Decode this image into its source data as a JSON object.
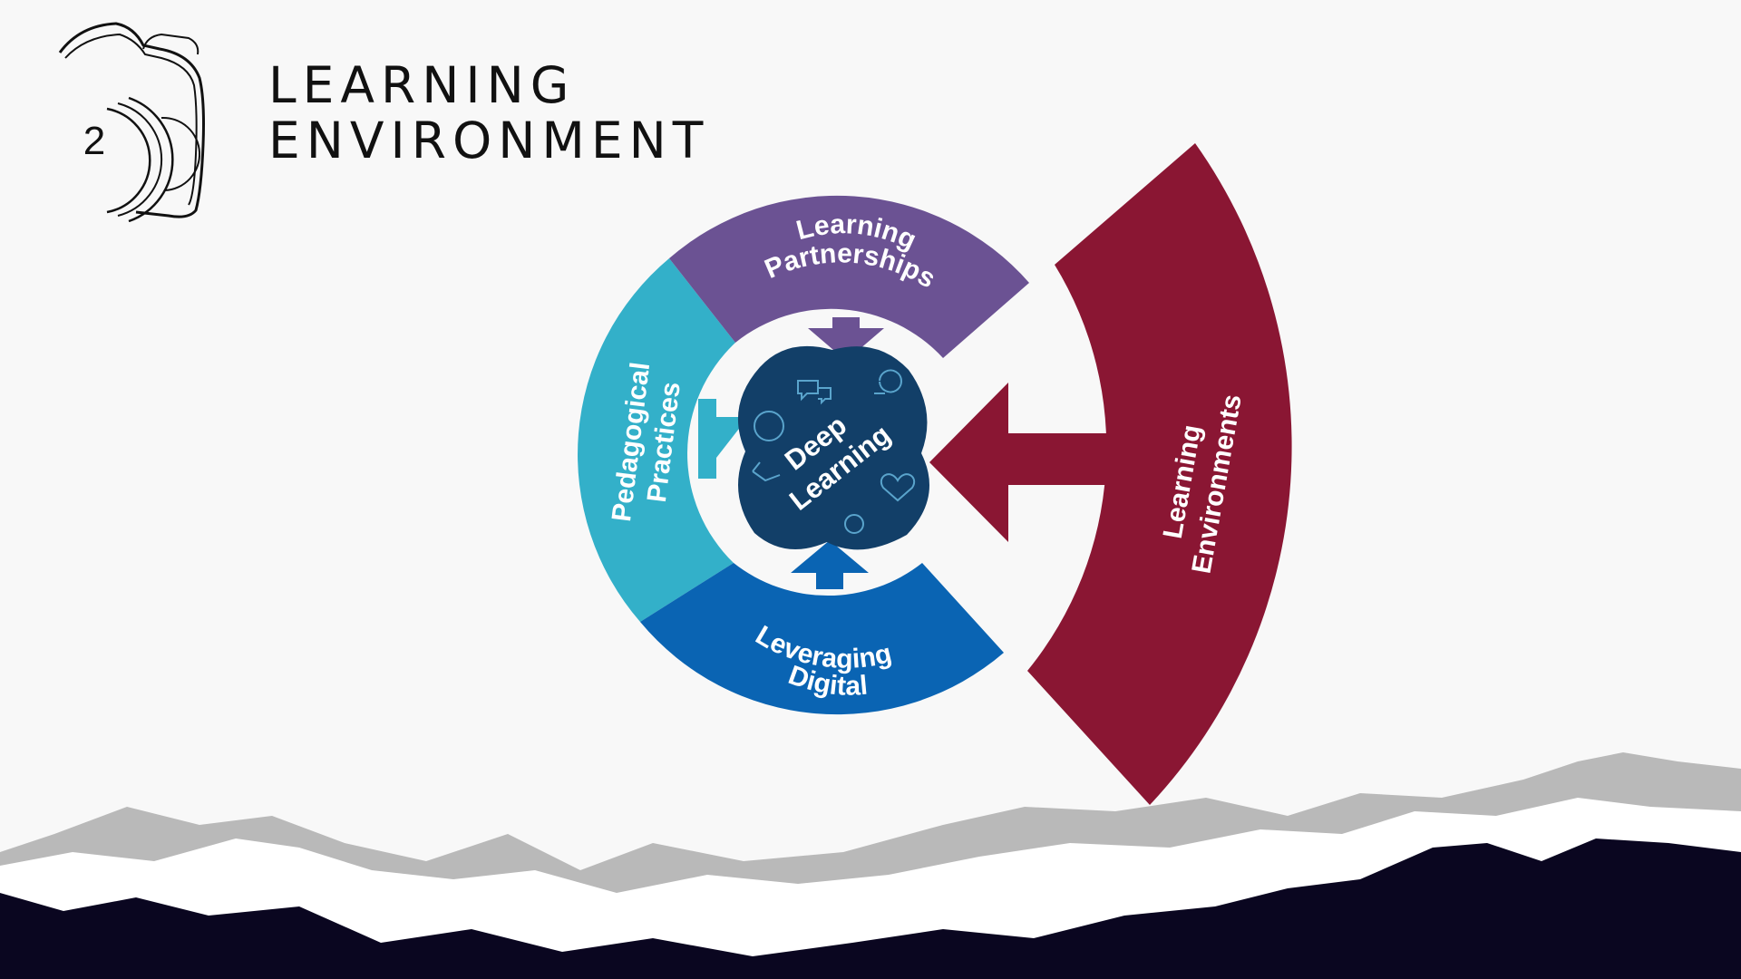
{
  "header": {
    "logo_number": "2",
    "title_line1": "LEARNING",
    "title_line2": "ENVIRONMENT"
  },
  "diagram": {
    "center": {
      "line1": "Deep",
      "line2": "Learning"
    },
    "segments": {
      "top": {
        "line1": "Learning",
        "line2": "Partnerships",
        "color": "#6b5293"
      },
      "left": {
        "line1": "Pedagogical",
        "line2": "Practices",
        "color": "#33b0c9"
      },
      "bottom": {
        "line1": "Leveraging",
        "line2": "Digital",
        "color": "#0a64b3"
      },
      "right": {
        "line1": "Learning",
        "line2": "Environments",
        "color": "#8a1633"
      }
    },
    "core_color": "#123f68",
    "icons": [
      "globe-icon",
      "speech-bubbles-icon",
      "lightbulb-icon",
      "heart-icon",
      "gears-icon",
      "network-icon"
    ]
  },
  "colors": {
    "background": "#f8f8f8",
    "mountain_dark": "#0a0620",
    "mountain_gray": "#b9b9b9"
  }
}
